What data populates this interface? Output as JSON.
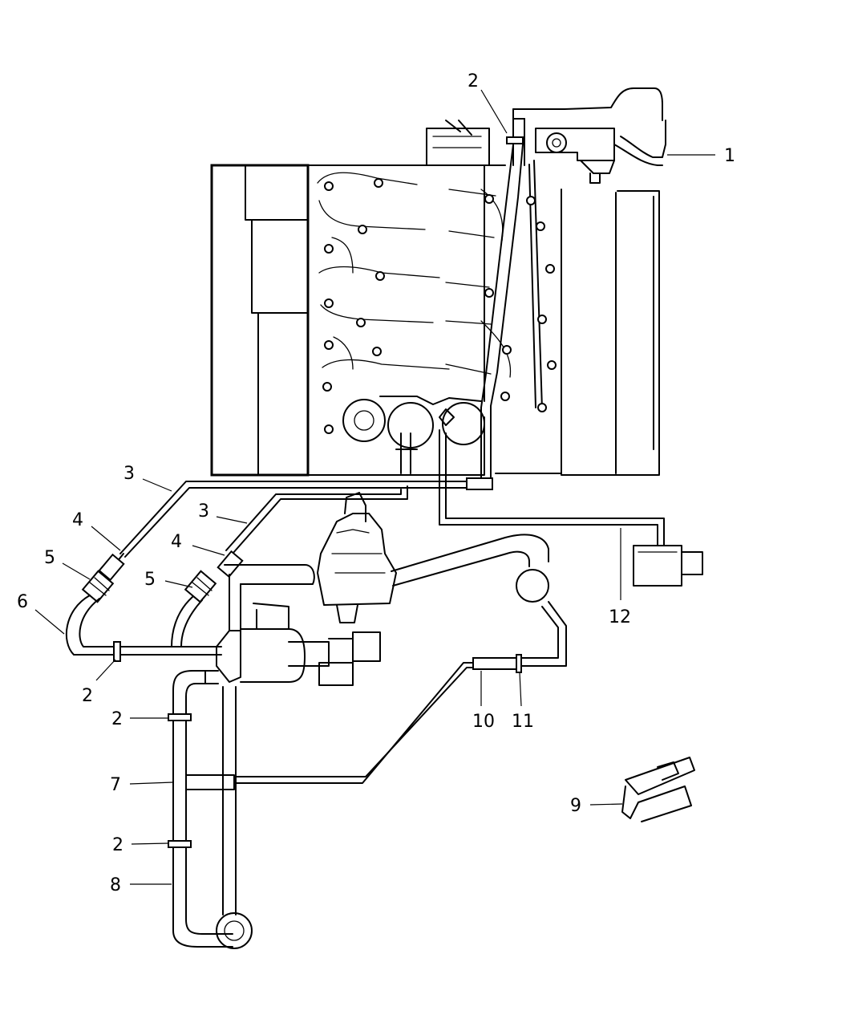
{
  "callouts": [
    {
      "text": "1"
    },
    {
      "text": "2"
    },
    {
      "text": "3"
    },
    {
      "text": "4"
    },
    {
      "text": "5"
    },
    {
      "text": "6"
    },
    {
      "text": "3"
    },
    {
      "text": "4"
    },
    {
      "text": "5"
    },
    {
      "text": "2"
    },
    {
      "text": "2"
    },
    {
      "text": "7"
    },
    {
      "text": "2"
    },
    {
      "text": "8"
    },
    {
      "text": "10"
    },
    {
      "text": "11"
    },
    {
      "text": "12"
    },
    {
      "text": "9"
    }
  ]
}
